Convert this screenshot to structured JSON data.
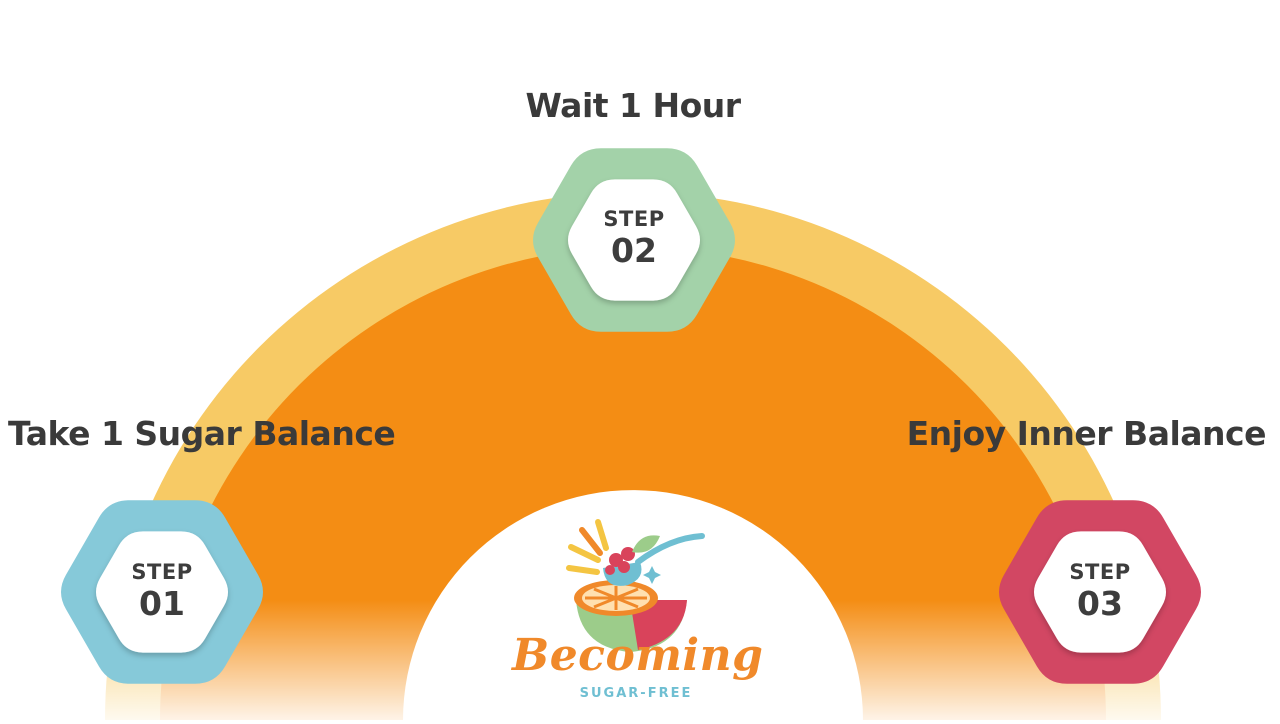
{
  "steps": [
    {
      "label": "STEP",
      "number": "01",
      "title": "Take 1 Sugar Balance",
      "color": "#86c9d9"
    },
    {
      "label": "STEP",
      "number": "02",
      "title": "Wait 1 Hour",
      "color": "#a3d2a9"
    },
    {
      "label": "STEP",
      "number": "03",
      "title": "Enjoy Inner Balance",
      "color": "#d24763"
    }
  ],
  "logo": {
    "name": "Becoming",
    "subtitle": "SUGAR-FREE"
  },
  "colors": {
    "outer_arc": "#f7ca65",
    "inner_arc": "#f48d14",
    "hex_center": "#ffffff",
    "text": "#3a3a3a",
    "logo_orange": "#f0892a",
    "logo_blue": "#6fbfd2",
    "logo_green": "#9ccc8a",
    "logo_red": "#d9435b",
    "logo_yellow": "#f4c542"
  }
}
